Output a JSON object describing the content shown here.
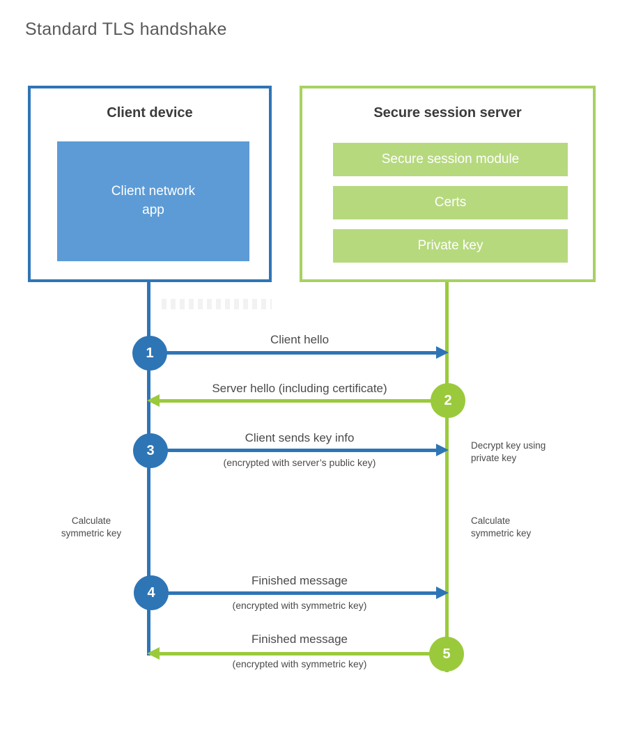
{
  "title": "Standard TLS handshake",
  "colors": {
    "blue": "#2e75b6",
    "blue_fill": "#5c9bd6",
    "green": "#9aca3c",
    "green_border": "#a8d161",
    "green_fill": "#b6d97e",
    "label_text": "#4a4a4a",
    "heading_text": "#3b3b3b",
    "title_text": "#595959"
  },
  "client": {
    "title": "Client device",
    "app_label": "Client network app"
  },
  "server": {
    "title": "Secure session server",
    "modules": [
      "Secure session module",
      "Certs",
      "Private key"
    ]
  },
  "steps": [
    {
      "num": "1",
      "label": "Client hello",
      "sub": "",
      "direction": "right",
      "color": "blue"
    },
    {
      "num": "2",
      "label": "Server hello (including certificate)",
      "sub": "",
      "direction": "left",
      "color": "green"
    },
    {
      "num": "3",
      "label": "Client sends key info",
      "sub": "(encrypted with server’s public key)",
      "direction": "right",
      "color": "blue"
    },
    {
      "num": "4",
      "label": "Finished message",
      "sub": "(encrypted with symmetric key)",
      "direction": "right",
      "color": "blue"
    },
    {
      "num": "5",
      "label": "Finished message",
      "sub": "(encrypted with symmetric key)",
      "direction": "left",
      "color": "green"
    }
  ],
  "annotations": {
    "decrypt": "Decrypt key using\nprivate key",
    "calc_left": "Calculate\nsymmetric key",
    "calc_right": "Calculate\nsymmetric key"
  }
}
